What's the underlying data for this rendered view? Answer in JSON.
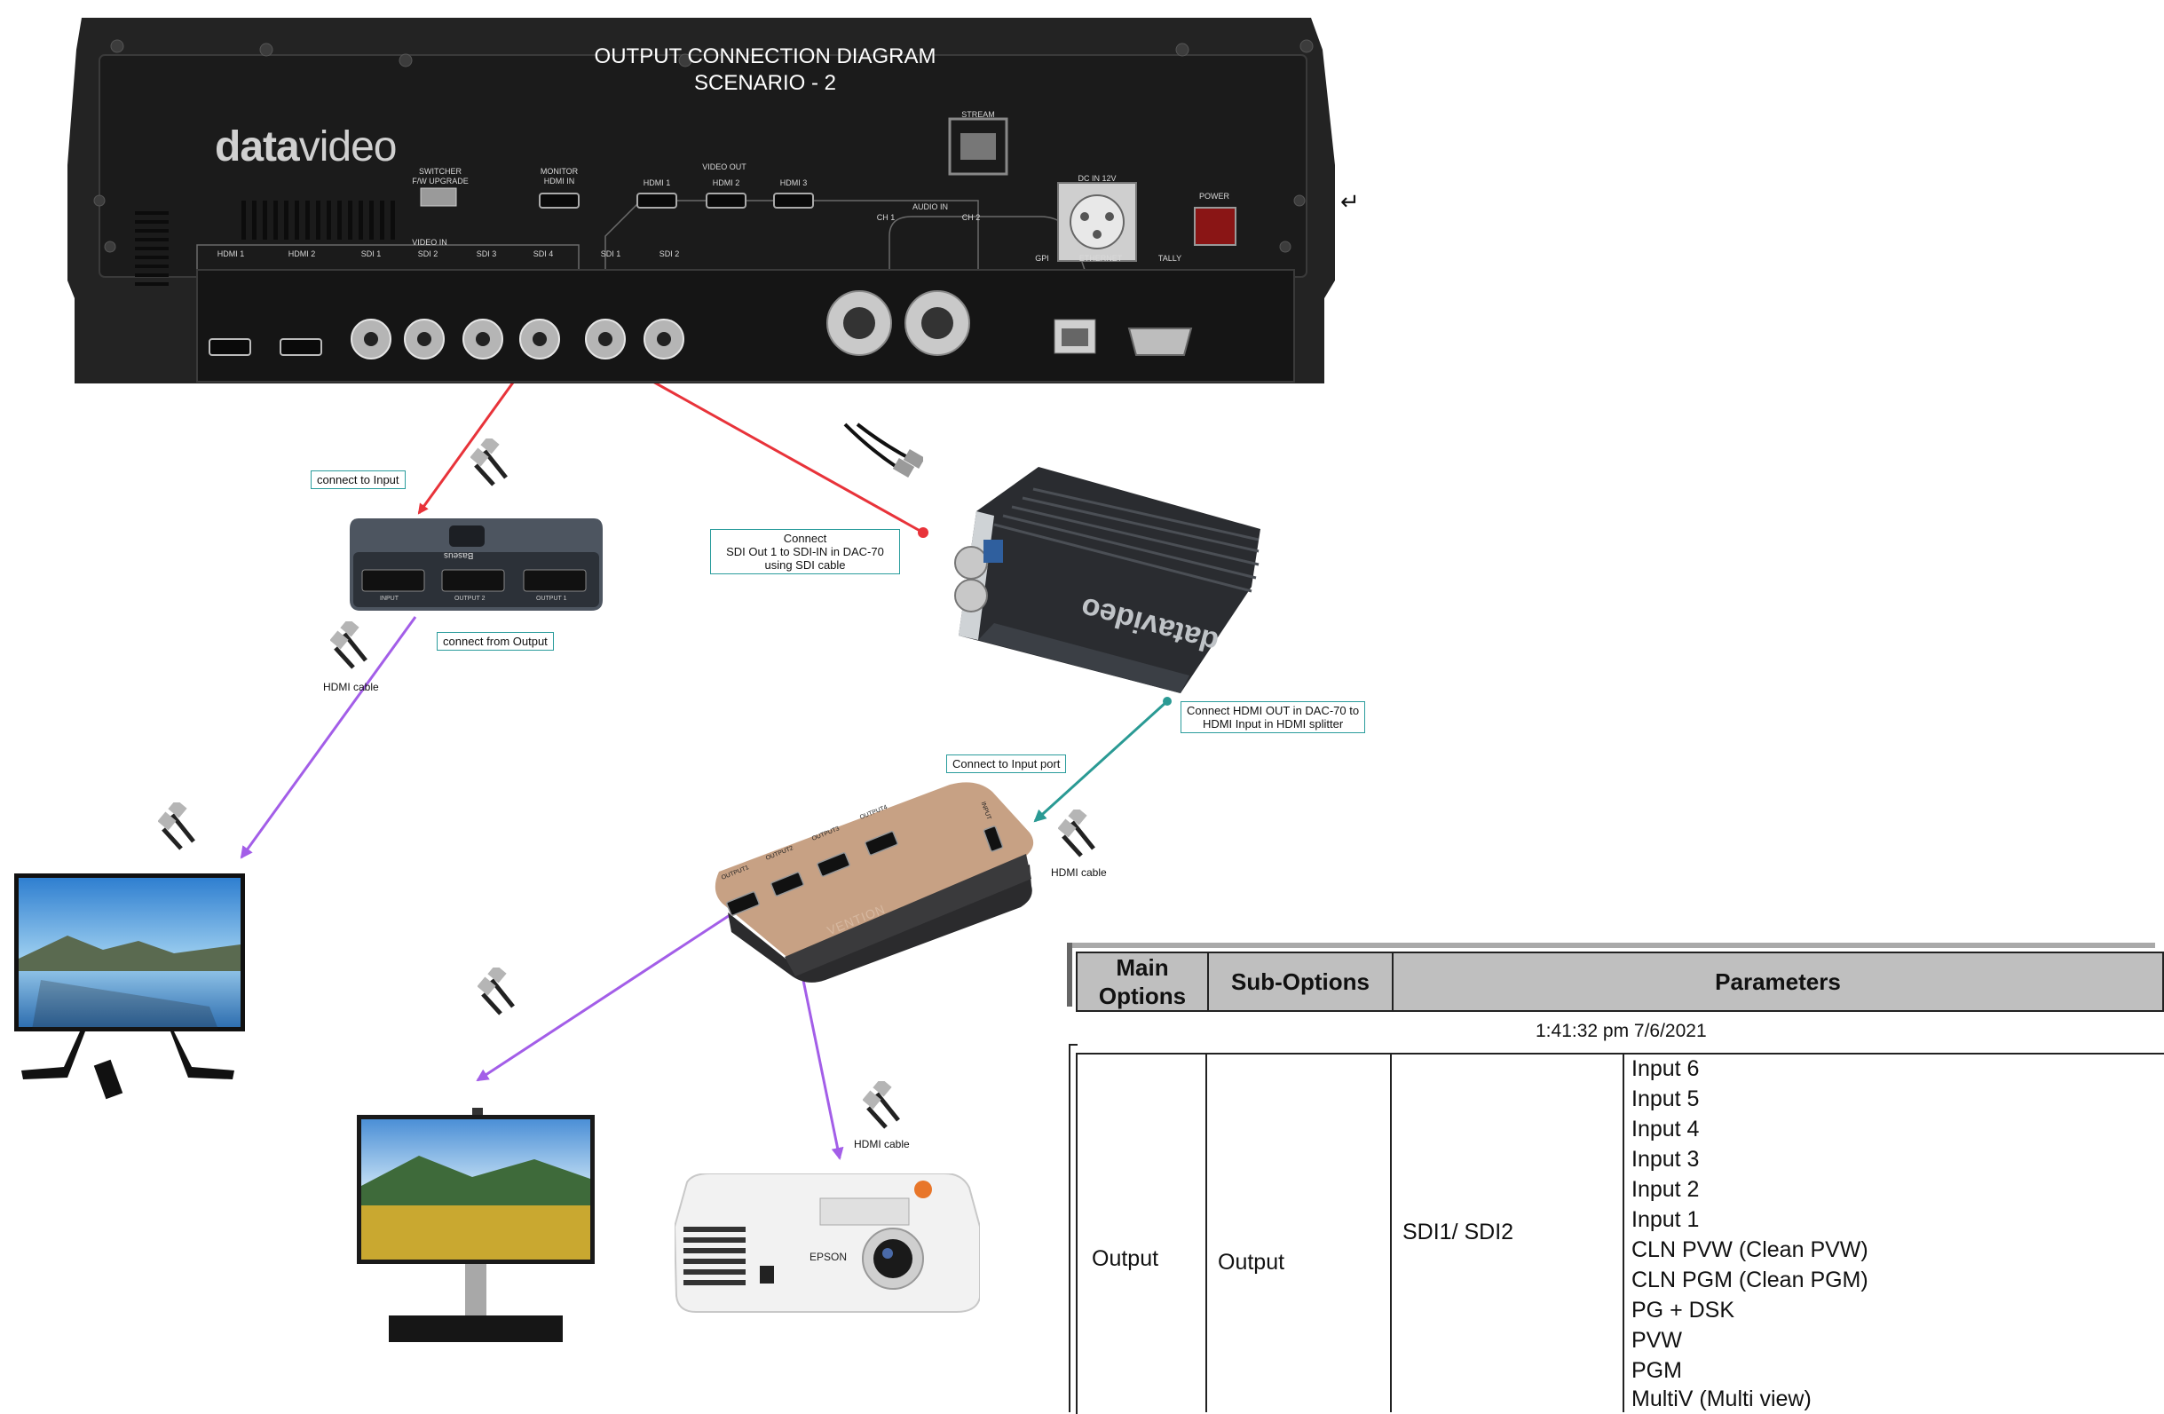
{
  "diagram": {
    "title_line1": "OUTPUT CONNECTION DIAGRAM",
    "title_line2": "SCENARIO - 2",
    "panel": {
      "brand_bold": "data",
      "brand_light": "video",
      "labels": {
        "switcher": "SWITCHER",
        "fw_upgrade": "F/W UPGRADE",
        "monitor": "MONITOR",
        "hdmi_in": "HDMI IN",
        "video_out": "VIDEO OUT",
        "hdmi1_out": "HDMI 1",
        "hdmi2_out": "HDMI 2",
        "hdmi3_out": "HDMI 3",
        "stream": "STREAM",
        "audio_in": "AUDIO IN",
        "ch1": "CH 1",
        "ch2": "CH 2",
        "dc_in": "DC IN 12V",
        "power": "POWER",
        "gpi": "GPI",
        "ethernet": "ETHERNET",
        "tally": "TALLY",
        "video_in": "VIDEO IN",
        "in_hdmi1": "HDMI 1",
        "in_hdmi2": "HDMI 2",
        "in_sdi1": "SDI 1",
        "in_sdi2": "SDI 2",
        "in_sdi3": "SDI 3",
        "in_sdi4": "SDI 4",
        "out_sdi1": "SDI 1",
        "out_sdi2": "SDI 2"
      }
    },
    "splitter_small": {
      "brand": "Baseus",
      "port_input": "INPUT",
      "port_output2": "OUTPUT 2",
      "port_output1": "OUTPUT 1"
    },
    "splitter_large": {
      "brand": "VENTION",
      "ports": [
        "OUTPUT1",
        "OUTPUT2",
        "OUTPUT3",
        "OUTPUT4"
      ],
      "input": "INPUT"
    },
    "converter_brand": "datavideo",
    "projector_brand": "EPSON",
    "notes": {
      "connect_to_input": "connect to Input",
      "connect_from_output": "connect from Output",
      "sdi_line1": "Connect",
      "sdi_line2": "SDI Out 1 to SDI-IN in DAC-70",
      "sdi_line3": "using SDI cable",
      "dac_line1": "Connect HDMI OUT in DAC-70 to",
      "dac_line2": "HDMI Input in HDMI splitter",
      "connect_input_port": "Connect to Input port"
    },
    "captions": {
      "hdmi_cable_1": "HDMI cable",
      "hdmi_cable_2": "HDMI cable",
      "hdmi_cable_3": "HDMI cable"
    },
    "colors": {
      "red_arrow": "#e8333a",
      "purple_arrow": "#a35ee8",
      "teal_arrow": "#2a9a94",
      "note_border": "#2a9c9c"
    },
    "return_symbol": "↵"
  },
  "table": {
    "headers": {
      "main_line1": "Main",
      "main_line2": "Options",
      "sub": "Sub-Options",
      "params": "Parameters"
    },
    "timestamp": "1:41:32 pm 7/6/2021",
    "row": {
      "main": "Output",
      "sub": "Output",
      "port": "SDI1/ SDI2",
      "params": [
        "Input 6",
        "Input 5",
        "Input 4",
        "Input 3",
        "Input 2",
        "Input 1",
        "CLN PVW (Clean PVW)",
        "CLN PGM (Clean PGM)",
        "PG + DSK",
        "PVW",
        "PGM",
        "MultiV (Multi view)"
      ]
    }
  }
}
